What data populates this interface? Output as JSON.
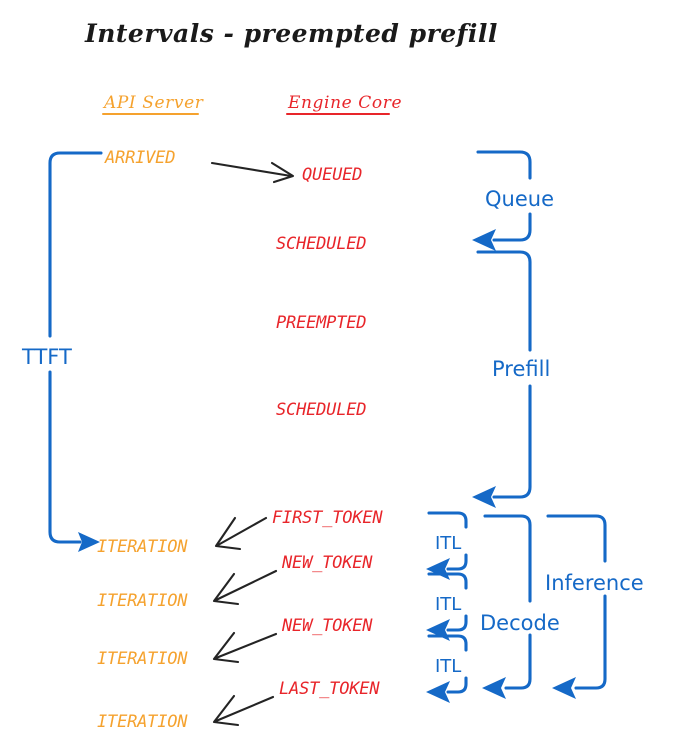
{
  "title": "Intervals - preempted prefill",
  "colors": {
    "api_server": "#F5A22E",
    "engine_core": "#E8252A",
    "annotation_blue": "#1569C7",
    "arrow_black": "#242424",
    "background": "#FFFFFF"
  },
  "columns": {
    "api_server": "API Server",
    "engine_core": "Engine Core"
  },
  "api_events": [
    {
      "label": "ARRIVED"
    },
    {
      "label": "ITERATION"
    },
    {
      "label": "ITERATION"
    },
    {
      "label": "ITERATION"
    },
    {
      "label": "ITERATION"
    }
  ],
  "engine_events": [
    {
      "label": "QUEUED"
    },
    {
      "label": "SCHEDULED"
    },
    {
      "label": "PREEMPTED"
    },
    {
      "label": "SCHEDULED"
    },
    {
      "label": "FIRST_TOKEN"
    },
    {
      "label": "NEW_TOKEN"
    },
    {
      "label": "NEW_TOKEN"
    },
    {
      "label": "LAST_TOKEN"
    }
  ],
  "intervals": {
    "ttft": "TTFT",
    "queue": "Queue",
    "prefill": "Prefill",
    "decode": "Decode",
    "inference": "Inference",
    "itl": [
      "ITL",
      "ITL",
      "ITL"
    ]
  }
}
